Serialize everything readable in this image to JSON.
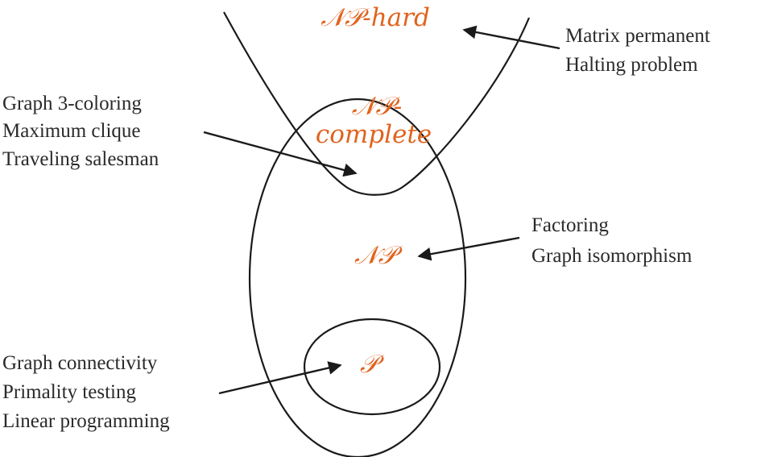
{
  "colors": {
    "class_label": "#e0631e",
    "ink": "#1a1a1a",
    "text": "#2a2a2a",
    "background": "#ffffff"
  },
  "regions": {
    "np_hard": {
      "label": "𝒩𝒫-hard"
    },
    "np_complete": {
      "label_line1": "𝒩𝒫-",
      "label_line2": "complete"
    },
    "np": {
      "label": "𝒩𝒫"
    },
    "p": {
      "label": "𝒫"
    }
  },
  "groups": {
    "np_hard_examples": [
      "Matrix permanent",
      "Halting problem"
    ],
    "np_complete_examples": [
      "Graph 3-coloring",
      "Maximum clique",
      "Traveling salesman"
    ],
    "np_examples": [
      "Factoring",
      "Graph isomorphism"
    ],
    "p_examples": [
      "Graph connectivity",
      "Primality testing",
      "Linear programming"
    ]
  }
}
